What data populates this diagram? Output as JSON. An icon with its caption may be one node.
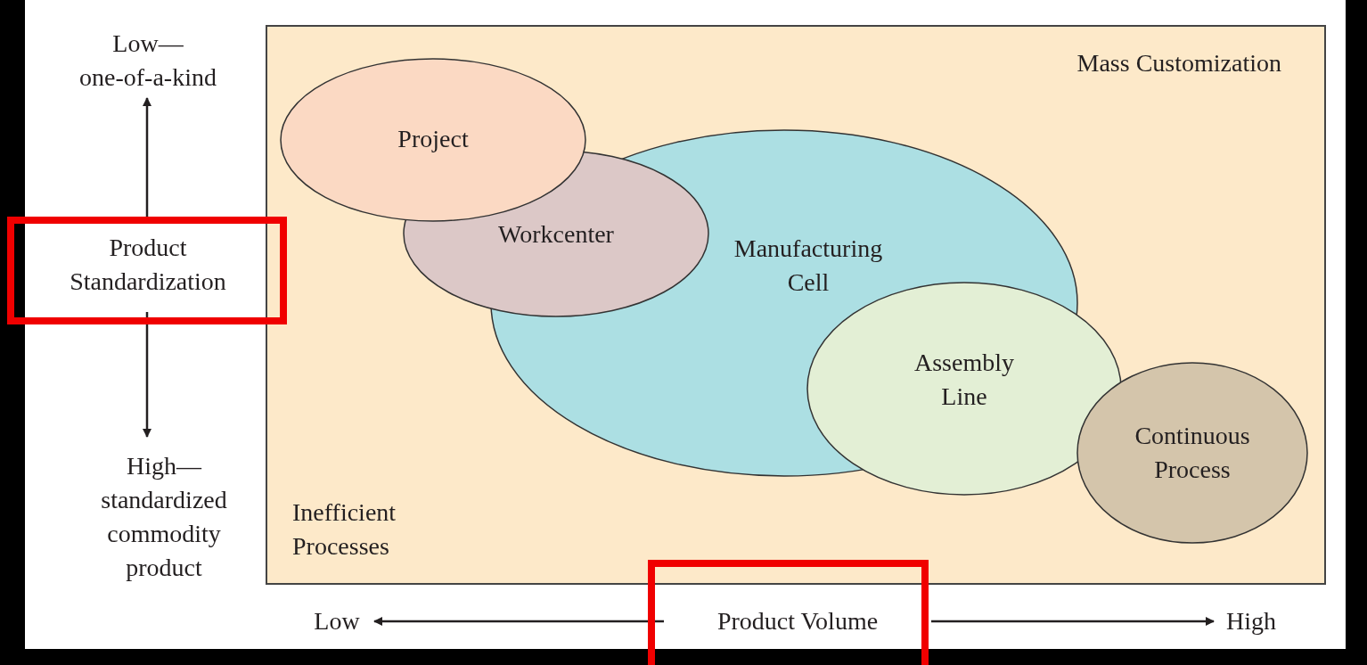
{
  "diagram": {
    "nodes": [
      {
        "text": [
          "Mass Customization",
          "Inefficient Processes"
        ]
      },
      {
        "text": [
          "Project"
        ],
        "in": 0
      },
      {
        "text": [
          "Workcenter"
        ],
        "in": 0
      },
      {
        "text": [
          "Manufacturing Cell"
        ],
        "in": 0
      },
      {
        "text": [
          "Assembly Line"
        ],
        "in": 0
      },
      {
        "text": [
          "Continuous Process"
        ],
        "in": 0
      }
    ],
    "labels": [
      "Low— one-of-a-kind",
      "Product Standardization",
      "High— standardized commodity product",
      "Low",
      "Product Volume",
      "High"
    ]
  }
}
